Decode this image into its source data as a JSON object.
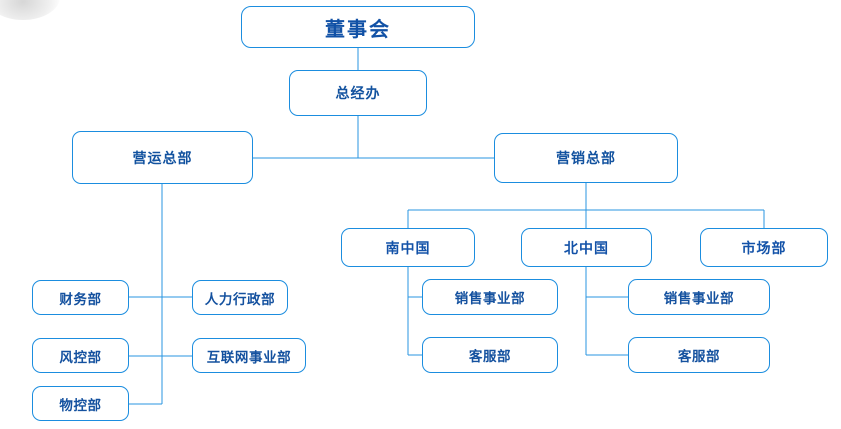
{
  "chart": {
    "type": "org-chart",
    "title": "",
    "orientation": "top-down",
    "accent_color": "#1b8ddf",
    "text_color": "#1352a8",
    "connector_color": "#3f9fe0",
    "background": "#ffffff"
  },
  "nodes": {
    "board": "董事会",
    "gm_office": "总经办",
    "operations_hq": "营运总部",
    "marketing_hq": "营销总部",
    "south_china": "南中国",
    "north_china": "北中国",
    "market_dept": "市场部",
    "south_sales": "销售事业部",
    "south_service": "客服部",
    "north_sales": "销售事业部",
    "north_service": "客服部",
    "finance_dept": "财务部",
    "hr_admin_dept": "人力行政部",
    "risk_control_dept": "风控部",
    "internet_division": "互联网事业部",
    "material_control_dept": "物控部"
  },
  "hierarchy": [
    {
      "id": "board",
      "label": "董事会",
      "level": 1,
      "parent": null
    },
    {
      "id": "gm_office",
      "label": "总经办",
      "level": 2,
      "parent": "board"
    },
    {
      "id": "operations_hq",
      "label": "营运总部",
      "level": 3,
      "parent": "gm_office"
    },
    {
      "id": "marketing_hq",
      "label": "营销总部",
      "level": 3,
      "parent": "gm_office"
    },
    {
      "id": "finance_dept",
      "label": "财务部",
      "level": 4,
      "parent": "operations_hq"
    },
    {
      "id": "hr_admin_dept",
      "label": "人力行政部",
      "level": 4,
      "parent": "operations_hq"
    },
    {
      "id": "risk_control_dept",
      "label": "风控部",
      "level": 4,
      "parent": "operations_hq"
    },
    {
      "id": "internet_division",
      "label": "互联网事业部",
      "level": 4,
      "parent": "operations_hq"
    },
    {
      "id": "material_control_dept",
      "label": "物控部",
      "level": 4,
      "parent": "operations_hq"
    },
    {
      "id": "south_china",
      "label": "南中国",
      "level": 4,
      "parent": "marketing_hq"
    },
    {
      "id": "north_china",
      "label": "北中国",
      "level": 4,
      "parent": "marketing_hq"
    },
    {
      "id": "market_dept",
      "label": "市场部",
      "level": 4,
      "parent": "marketing_hq"
    },
    {
      "id": "south_sales",
      "label": "销售事业部",
      "level": 5,
      "parent": "south_china"
    },
    {
      "id": "south_service",
      "label": "客服部",
      "level": 5,
      "parent": "south_china"
    },
    {
      "id": "north_sales",
      "label": "销售事业部",
      "level": 5,
      "parent": "north_china"
    },
    {
      "id": "north_service",
      "label": "客服部",
      "level": 5,
      "parent": "north_china"
    }
  ]
}
